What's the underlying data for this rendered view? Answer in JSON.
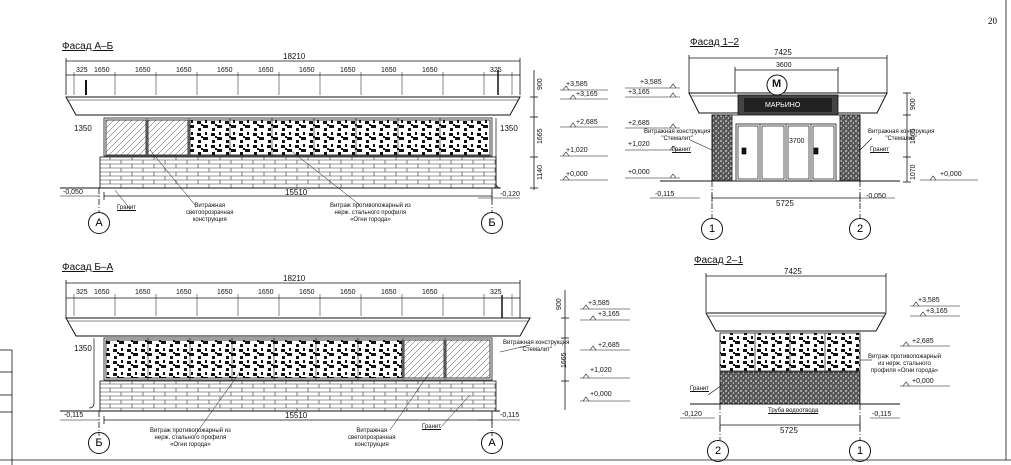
{
  "page_number": "20",
  "views": {
    "ab": {
      "title": "Фасад А–Б",
      "total_width": "18210",
      "spacings": [
        "325",
        "1650",
        "1650",
        "1650",
        "1650",
        "1650",
        "1650",
        "1650",
        "1650",
        "1650",
        "325"
      ],
      "bottom_width": "15510",
      "side_left": "1350",
      "side_right": "1350",
      "vertical_dims": [
        "900",
        "1665",
        "1140"
      ],
      "levels": [
        "+3,585",
        "+3,165",
        "+2,685",
        "+1,020",
        "+0,000",
        "-0,050",
        "-0,120"
      ],
      "notes": {
        "granite": "Гранит",
        "glazing": "Витражная\nсветопрозрачная\nконструкция",
        "fire_glazing": "Витраж противопожарный из\nнерж. стального профиля\n«Огни города»"
      },
      "axes": [
        "А",
        "Б"
      ]
    },
    "ba": {
      "title": "Фасад Б–А",
      "total_width": "18210",
      "spacings": [
        "325",
        "1650",
        "1650",
        "1650",
        "1650",
        "1650",
        "1650",
        "1650",
        "1650",
        "1650",
        "325"
      ],
      "bottom_width": "15510",
      "side_left": "1350",
      "vertical_dims": [
        "900",
        "1665"
      ],
      "levels": [
        "+3,585",
        "+3,165",
        "+2,685",
        "+1,020",
        "+0,000",
        "-0,115",
        "-0,115"
      ],
      "notes": {
        "stemalit": "Витражная конструкция\n\"Стемалит\"",
        "fire_glazing": "Витраж противопожарный из\nнерж. стального профиля\n«Огни города»",
        "glazing": "Витражная\nсветопрозрачная\nконструкция",
        "granite": "Гранит"
      },
      "axes": [
        "Б",
        "А"
      ]
    },
    "v12": {
      "title": "Фасад 1–2",
      "total_width": "7425",
      "inner_width": "3600",
      "bottom_width": "5725",
      "door_width": "3700",
      "sign": "МАРЬИНО",
      "metro_letter": "M",
      "vertical_dims": [
        "900",
        "1665",
        "1070"
      ],
      "levels_left": [
        "+3,585",
        "+3,165",
        "+2,685",
        "+1,020",
        "+0,000",
        "-0,115"
      ],
      "levels_right": [
        "+0,000",
        "-0,050"
      ],
      "notes": {
        "stemalit_l": "Витражная конструкция\n\"Стемалит\"",
        "stemalit_r": "Витражная конструкция\n\"Стемалит\"",
        "granite_l": "Гранит",
        "granite_r": "Гранит"
      },
      "axes": [
        "1",
        "2"
      ]
    },
    "v21": {
      "title": "Фасад 2–1",
      "total_width": "7425",
      "bottom_width": "5725",
      "levels": [
        "+3,585",
        "+3,165",
        "+2,685",
        "+0,000",
        "-0,120",
        "-0,115"
      ],
      "notes": {
        "fire_glazing": "Витраж противопожарный\nиз нерж. стального\nпрофиля «Огни города»",
        "granite": "Гранит",
        "drain": "Труба водоотвода"
      },
      "axes": [
        "2",
        "1"
      ]
    }
  }
}
